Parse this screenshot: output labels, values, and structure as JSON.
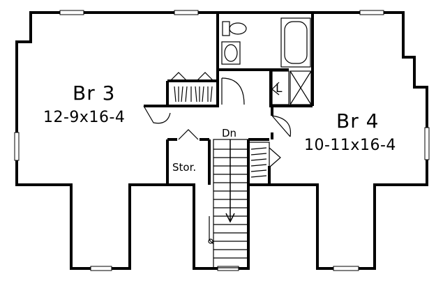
{
  "plan": {
    "rooms": [
      {
        "name": "Br 3",
        "dimensions": "12-9x16-4"
      },
      {
        "name": "Br 4",
        "dimensions": "10-11x16-4"
      }
    ],
    "labels": {
      "storage": "Stor.",
      "linen": "L",
      "stair": "Dn"
    },
    "colors": {
      "wall": "#000000",
      "background": "#ffffff"
    }
  }
}
